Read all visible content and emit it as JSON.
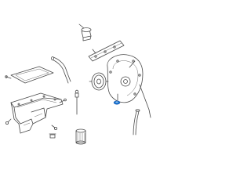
{
  "diagram": {
    "highlight_color": "#1976d2",
    "line_color": "#4a4a4a",
    "background": "#ffffff",
    "parts": [
      "oil-filler-cap",
      "timing-cover-gasket",
      "timing-chain-cover",
      "crankshaft-balancer",
      "oil-dipstick",
      "dipstick-tube",
      "dipstick-tube-seal",
      "valve-cover-gasket",
      "pcv-hose",
      "oil-pan",
      "oil-pan-bolts",
      "drain-plug",
      "oil-filter"
    ],
    "highlighted_part": "dipstick-tube-seal"
  }
}
